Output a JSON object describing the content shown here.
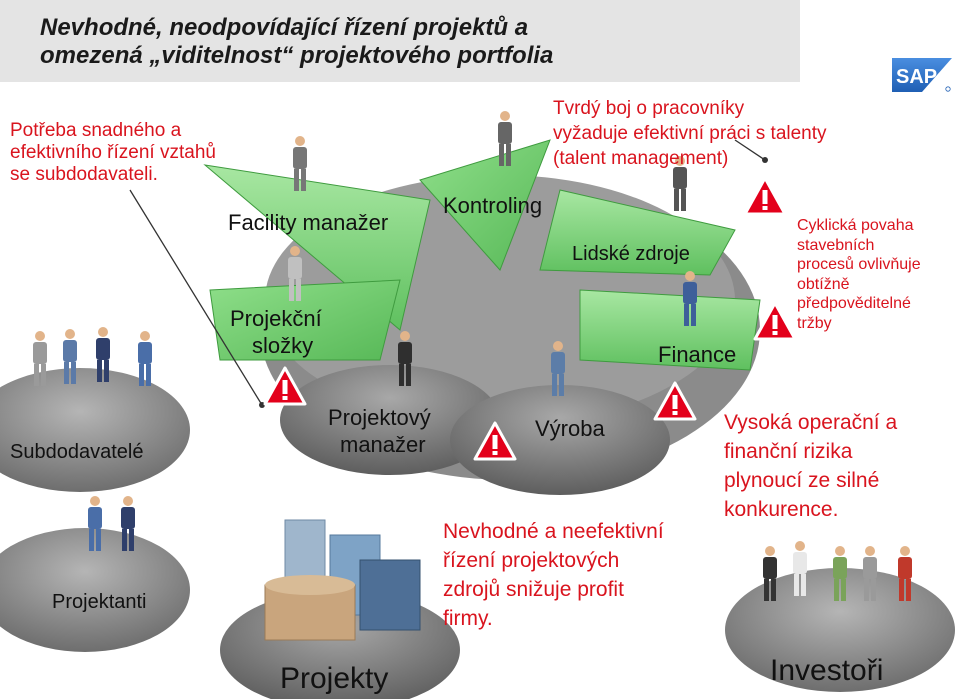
{
  "title": {
    "line1": "Nevhodné, neodpovídající řízení projektů a",
    "line2": "omezená „viditelnost“ projektového portfolia"
  },
  "logo_text": "SAP",
  "wheel": {
    "facility": "Facility manažer",
    "kontroling": "Kontroling",
    "lidske_zdroje": "Lidské zdroje",
    "projekcni_1": "Projekční",
    "projekcni_2": "složky",
    "finance": "Finance",
    "projektovy_1": "Projektový",
    "projektovy_2": "manažer",
    "vyroba": "Výroba"
  },
  "plates": {
    "subdodavatele": "Subdodavatelé",
    "projektanti": "Projektanti",
    "projekty": "Projekty",
    "investori": "Investoři"
  },
  "callouts": {
    "potreba": [
      "Potřeba snadného a",
      "efektivního řízení vztahů",
      "se subdodavateli."
    ],
    "tvrdy": [
      "Tvrdý boj o pracovníky",
      "vyžaduje efektivní práci s talenty",
      "(talent management)"
    ],
    "cyklicka": [
      "Cyklická povaha",
      "stavebních",
      "procesů ovlivňuje",
      "obtížně",
      "předpověditelné",
      "tržby"
    ],
    "vysoka": [
      "Vysoká operační a",
      "finanční rizika",
      "plynoucí ze silné",
      "konkurence."
    ],
    "nevhodne": [
      "Nevhodné a neefektivní",
      "řízení projektových",
      "zdrojů snižuje profit",
      "firmy."
    ]
  },
  "colors": {
    "callout_red": "#d9141e",
    "wheel_green": "#7bd17a",
    "plate_grey": "#8c8c8c",
    "warning_red": "#e3001b",
    "sap_blue": "#1f5fb4"
  }
}
